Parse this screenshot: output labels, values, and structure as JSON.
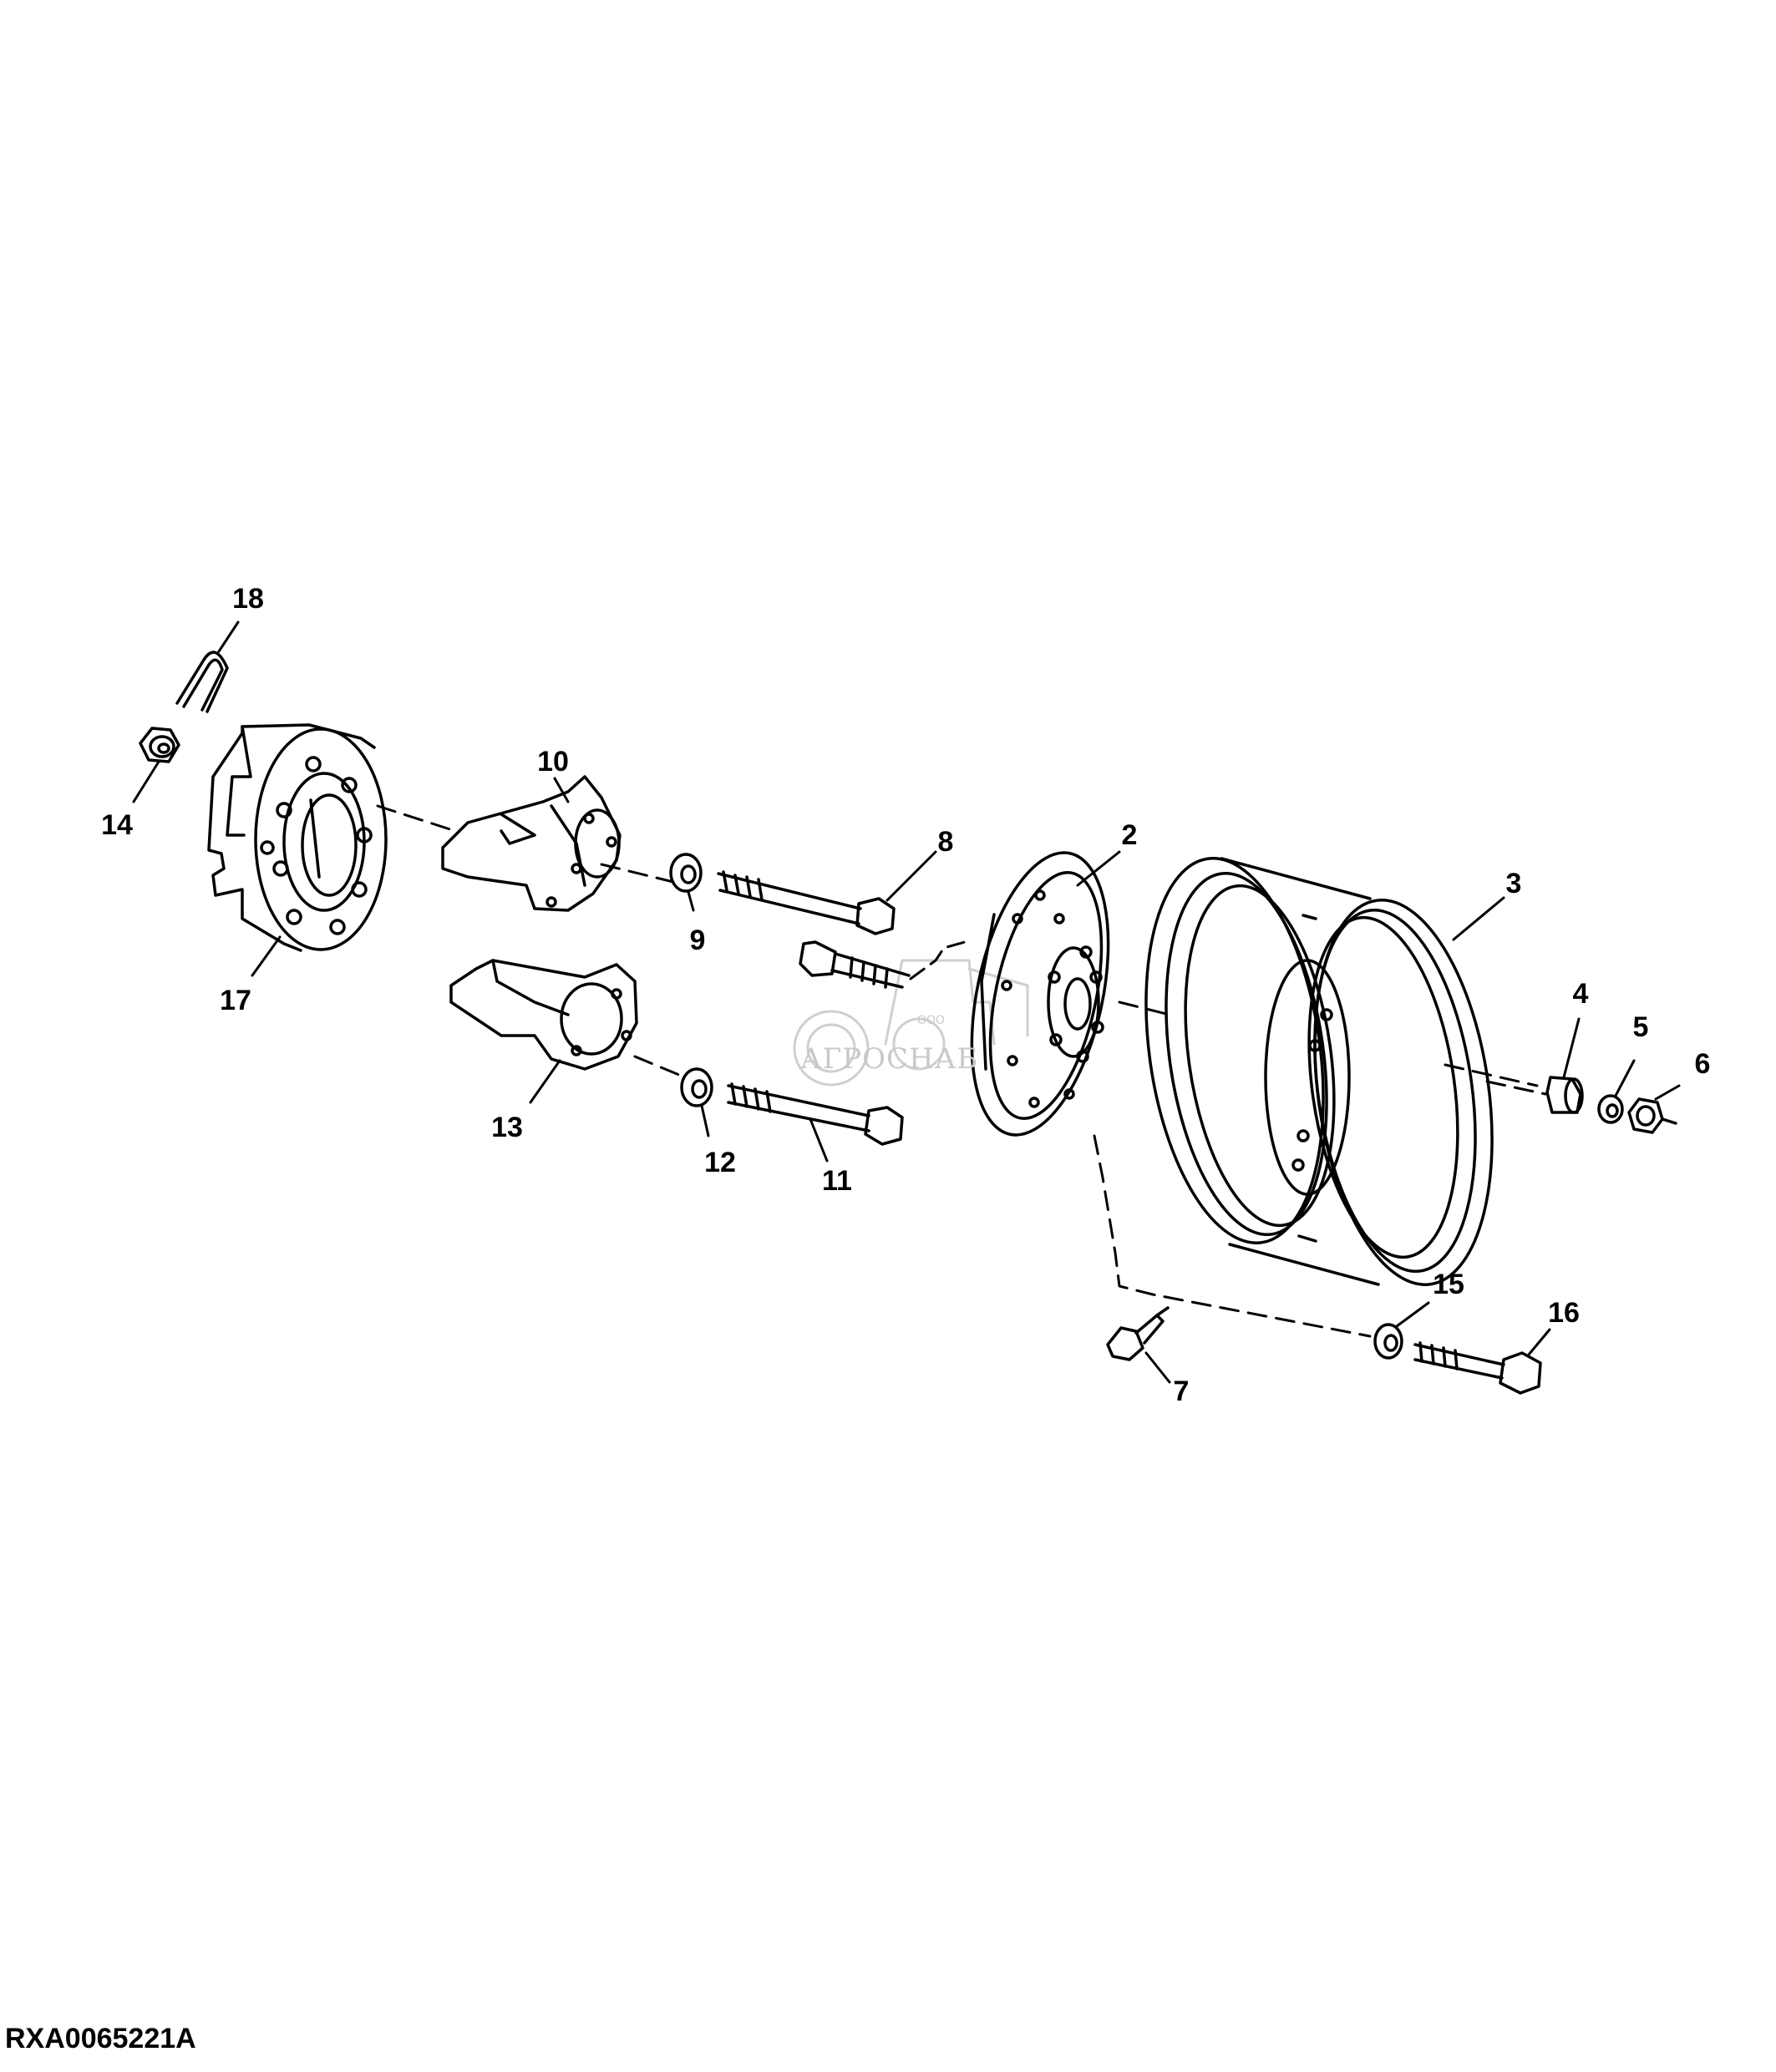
{
  "figure_id": "RXA0065221A",
  "watermark": {
    "brand": "АГРОСНАБ",
    "prefix": "ООО"
  },
  "callouts": {
    "c18": "18",
    "c14": "14",
    "c17": "17",
    "c10": "10",
    "c13": "13",
    "c9": "9",
    "c8": "8",
    "c12": "12",
    "c11": "11",
    "c2": "2",
    "c3": "3",
    "c4": "4",
    "c5": "5",
    "c6": "6",
    "c15": "15",
    "c16": "16",
    "c7": "7"
  },
  "colors": {
    "line": "#000000",
    "watermark": "#c9c9c9",
    "background": "#ffffff"
  }
}
